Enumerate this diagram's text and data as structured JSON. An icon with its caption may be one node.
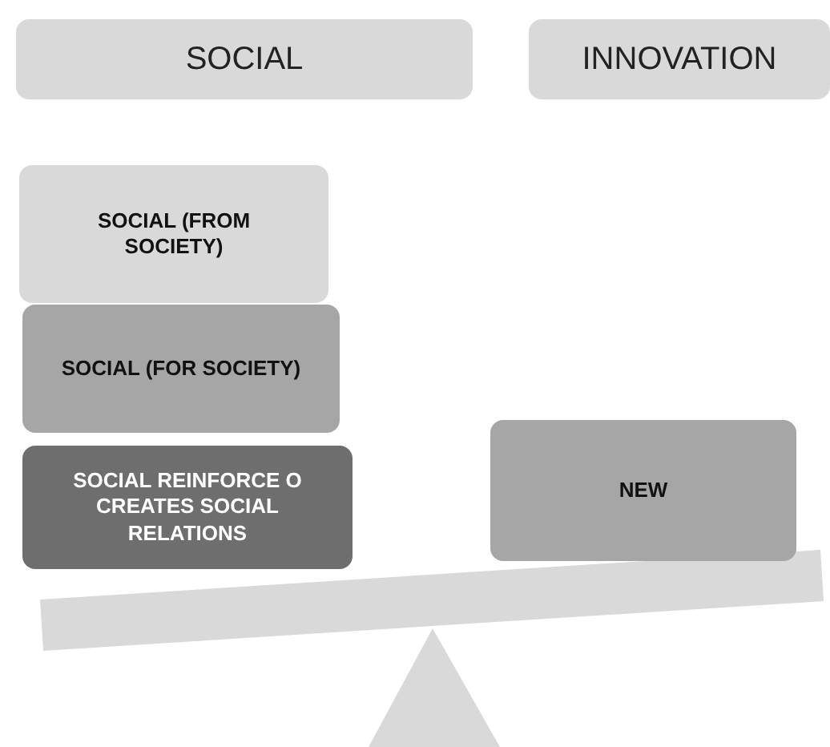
{
  "diagram": {
    "nodes": [
      {
        "text": [
          "SOCIAL"
        ]
      },
      {
        "text": [
          "INNOVATION"
        ]
      },
      {
        "text": [
          "SOCIAL (FROM SOCIETY)"
        ]
      },
      {
        "text": [
          "SOCIAL (FOR SOCIETY)"
        ]
      },
      {
        "text": [
          "SOCIAL REINFORCE O CREATES SOCIAL RELATIONS"
        ]
      },
      {
        "text": [
          "NEW"
        ]
      }
    ]
  }
}
